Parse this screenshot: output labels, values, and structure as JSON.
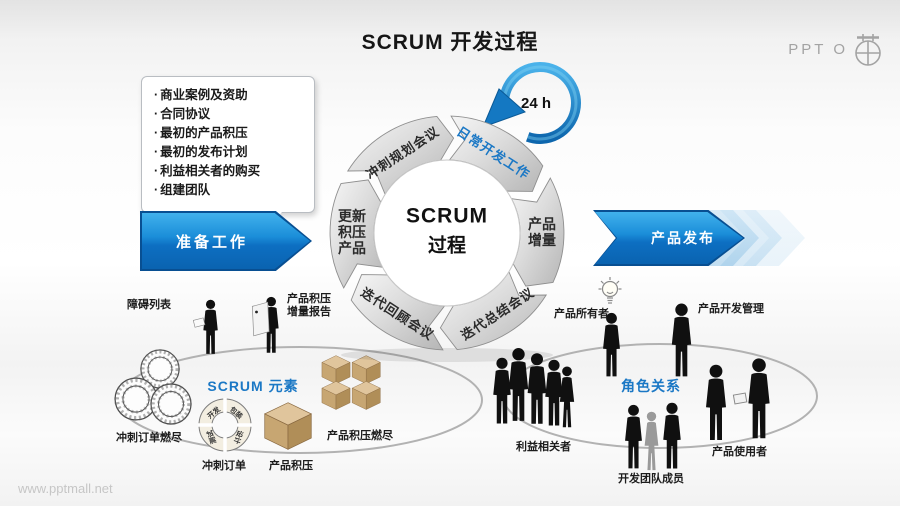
{
  "title": "SCRUM 开发过程",
  "logo": {
    "text": "PPT O",
    "icon": "pptmall-basket-icon"
  },
  "watermark": "www.pptmall.net",
  "prep_panel": {
    "items": [
      "商业案例及资助",
      "合同协议",
      "最初的产品积压",
      "最初的发布计划",
      "利益相关者的购买",
      "组建团队"
    ]
  },
  "flow": {
    "prepare_label": "准备工作",
    "release_label": "产品发布"
  },
  "cycle": {
    "center": {
      "line1": "SCRUM",
      "line2": "过程"
    },
    "loop_label": "24 h",
    "segments": [
      {
        "id": "daily-dev",
        "label": "日常开发工作",
        "highlight": true
      },
      {
        "id": "product-increment",
        "label": "产品增量",
        "lines": [
          "产品",
          "增量"
        ]
      },
      {
        "id": "iteration-summary",
        "label": "迭代总结会议"
      },
      {
        "id": "iteration-review",
        "label": "迭代回顾会议"
      },
      {
        "id": "update-backlog",
        "label": "更新积压产品",
        "lines": [
          "更新",
          "积压",
          "产品"
        ]
      },
      {
        "id": "sprint-planning",
        "label": "冲刺规划会议"
      }
    ]
  },
  "elements_group": {
    "title": "SCRUM 元素",
    "impediment_list": "障碍列表",
    "backlog_increment_report": "产品积压增量报告",
    "sprint_burndown": "冲刺订单燃尽",
    "sprint_order": "冲刺订单",
    "product_backlog": "产品积压",
    "product_backlog_burndown": "产品积压燃尽",
    "sprint_ring_segments": [
      "开发",
      "包装",
      "测试",
      "设计"
    ]
  },
  "roles_group": {
    "title": "角色关系",
    "product_owner": "产品所有者",
    "product_dev_management": "产品开发管理",
    "stakeholders": "利益相关者",
    "dev_team_members": "开发团队成员",
    "product_users": "产品使用者"
  },
  "colors": {
    "arrow_blue_dark": "#0a63b0",
    "arrow_blue_light": "#41b1ec",
    "text_blue": "#1b78c5",
    "segment_gray": "#c9c9c9",
    "box_tan": "#c7a672"
  }
}
